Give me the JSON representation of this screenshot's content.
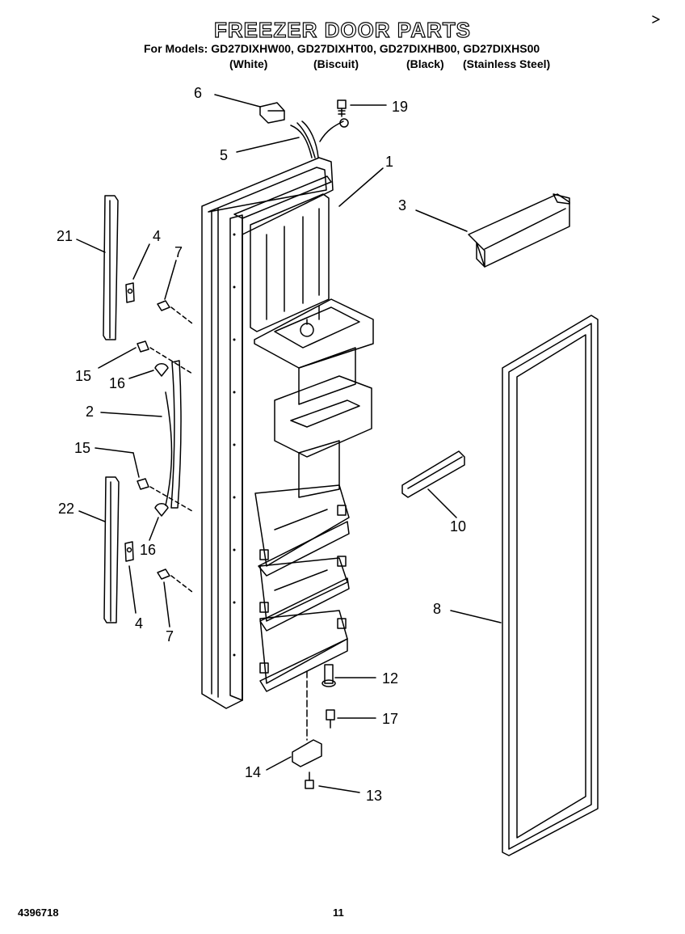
{
  "header": {
    "title": "FREEZER DOOR PARTS",
    "models_line": "For Models: GD27DIXHW00, GD27DIXHT00, GD27DIXHB00, GD27DIXHS00",
    "variants": [
      "(White)",
      "(Biscuit)",
      "(Black)",
      "(Stainless Steel)"
    ]
  },
  "callouts": {
    "c1": "1",
    "c2": "2",
    "c3": "3",
    "c4a": "4",
    "c4b": "4",
    "c5": "5",
    "c6": "6",
    "c7a": "7",
    "c7b": "7",
    "c8": "8",
    "c10": "10",
    "c12": "12",
    "c13": "13",
    "c14": "14",
    "c15a": "15",
    "c15b": "15",
    "c16a": "16",
    "c16b": "16",
    "c17": "17",
    "c19": "19",
    "c21": "21",
    "c22": "22"
  },
  "footer": {
    "doc_number": "4396718",
    "page_number": "11"
  }
}
